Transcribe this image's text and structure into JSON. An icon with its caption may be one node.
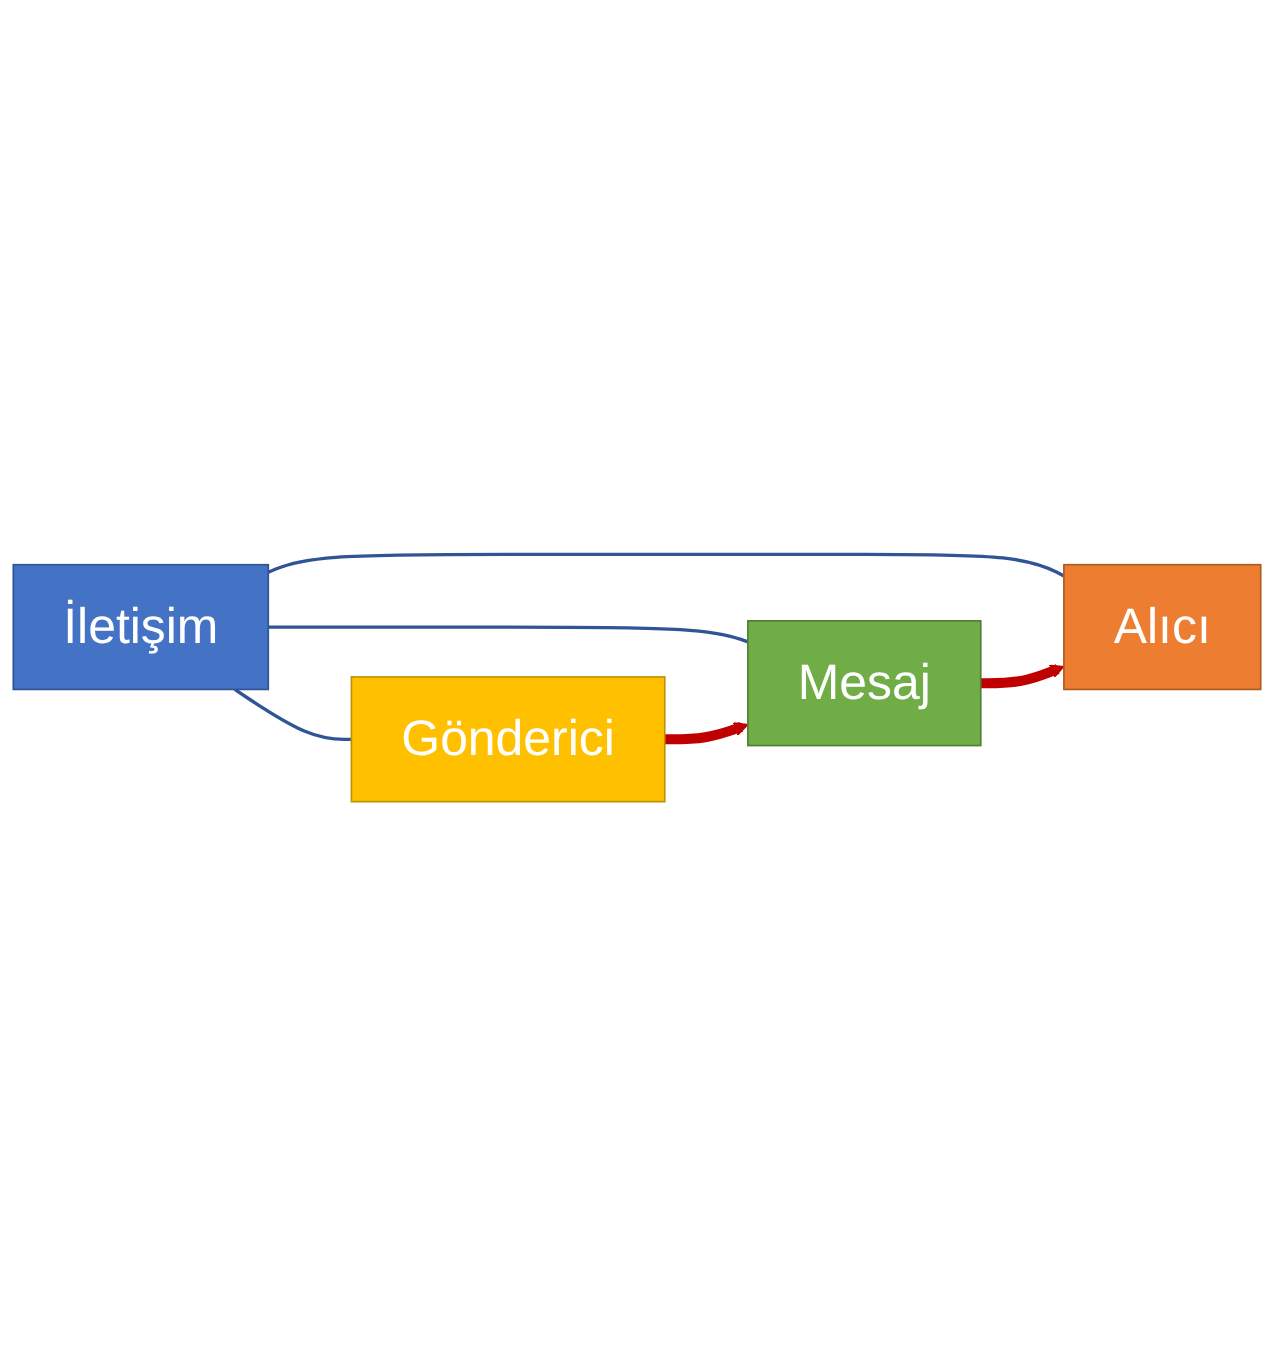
{
  "diagram": {
    "nodes": [
      {
        "text": [
          "İletişim"
        ]
      },
      {
        "text": [
          "Gönderici"
        ]
      },
      {
        "text": [
          "Mesaj"
        ]
      },
      {
        "text": [
          "Alıcı"
        ]
      }
    ],
    "edges": [
      {
        "from": 0,
        "to": 1,
        "arrow": "none"
      },
      {
        "from": 0,
        "to": 2,
        "arrow": "none"
      },
      {
        "from": 0,
        "to": 3,
        "arrow": "none"
      },
      {
        "from": 1,
        "to": 2,
        "arrow": "to",
        "style": "thick",
        "color": "#c00000"
      },
      {
        "from": 2,
        "to": 3,
        "arrow": "to",
        "style": "thick",
        "color": "#c00000"
      }
    ]
  }
}
